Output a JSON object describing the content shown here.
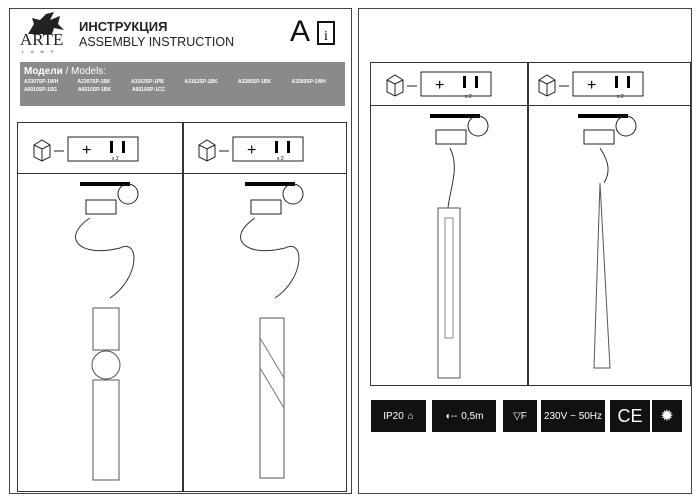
{
  "header": {
    "brand": "ARTE",
    "brand_sub": "L A M P",
    "title_ru": "ИНСТРУКЦИЯ",
    "title_en": "ASSEMBLY INSTRUCTION",
    "letter": "A"
  },
  "models": {
    "label_ru": "Модели",
    "label_en": "/ Models:",
    "row1": [
      "A2307SP-1WH",
      "A2307SP-1BK",
      "A3162SP-1PB",
      "A3162SP-1BK",
      "A3280SP-1BK",
      "A3280SP-1WH"
    ],
    "row2": [
      "A6010SP-1SG",
      "A6010SP-1BK",
      "A6010SP-1CC"
    ]
  },
  "parts": {
    "qty": "x 2"
  },
  "specs": {
    "ip": "IP20",
    "distance": "0,5m",
    "voltage": "230V  ~ 50Hz",
    "ce": "CE"
  }
}
